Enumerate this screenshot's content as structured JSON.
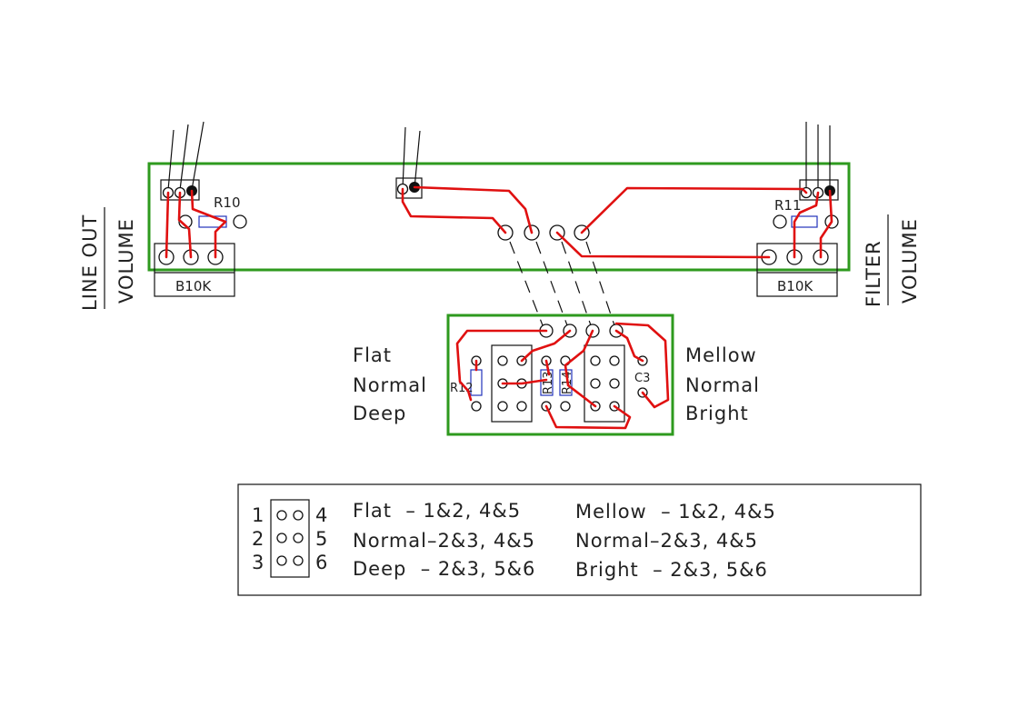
{
  "main_board": {
    "left_label_top": "LINE OUT",
    "left_label_bottom": "VOLUME",
    "right_label_top": "FILTER",
    "right_label_bottom": "VOLUME",
    "left_pot": "B10K",
    "right_pot": "B10K",
    "left_resistor": "R10",
    "right_resistor": "R11"
  },
  "switch_board": {
    "left_positions": [
      "Flat",
      "Normal",
      "Deep"
    ],
    "right_positions": [
      "Mellow",
      "Normal",
      "Bright"
    ],
    "resistors": [
      "R12",
      "R13",
      "R14"
    ],
    "capacitor": "C3"
  },
  "legend": {
    "pin_numbers_left": [
      "1",
      "2",
      "3"
    ],
    "pin_numbers_right": [
      "4",
      "5",
      "6"
    ],
    "left_column": [
      "Flat  – 1&2, 4&5",
      "Normal–2&3, 4&5",
      "Deep  – 2&3, 5&6"
    ],
    "right_column": [
      "Mellow  – 1&2, 4&5",
      "Normal–2&3, 4&5",
      "Bright  – 2&3, 5&6"
    ]
  },
  "colors": {
    "board_outline": "#2e9a1e",
    "wire": "#e01010",
    "resistor": "#2233bb"
  }
}
